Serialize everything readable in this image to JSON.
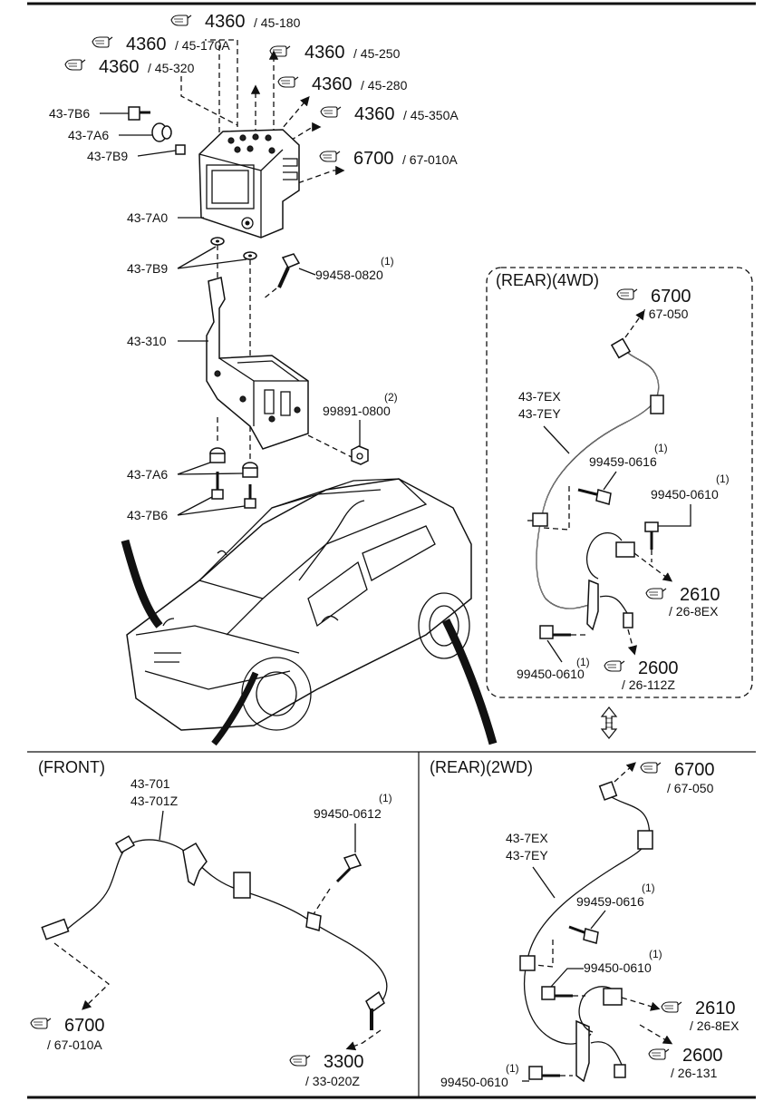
{
  "sections": {
    "rear_4wd": "(REAR)(4WD)",
    "front": "(FRONT)",
    "rear_2wd": "(REAR)(2WD)"
  },
  "refs": {
    "r1": {
      "main": "4360",
      "sub": "/ 45-180"
    },
    "r2": {
      "main": "4360",
      "sub": "/ 45-170A"
    },
    "r3": {
      "main": "4360",
      "sub": "/ 45-250"
    },
    "r4": {
      "main": "4360",
      "sub": "/ 45-320"
    },
    "r5": {
      "main": "4360",
      "sub": "/ 45-280"
    },
    "r6": {
      "main": "4360",
      "sub": "/ 45-350A"
    },
    "r7": {
      "main": "6700",
      "sub": "/ 67-010A"
    },
    "r8": {
      "main": "6700",
      "sub": "/ 67-050"
    },
    "r9": {
      "main": "2610",
      "sub": "/ 26-8EX"
    },
    "r10": {
      "main": "2600",
      "sub": "/ 26-112Z"
    },
    "r11": {
      "main": "6700",
      "sub": "/ 67-050"
    },
    "r12": {
      "main": "2610",
      "sub": "/ 26-8EX"
    },
    "r13": {
      "main": "2600",
      "sub": "/ 26-131"
    },
    "r14": {
      "main": "6700",
      "sub": "/ 67-010A"
    },
    "r15": {
      "main": "3300",
      "sub": "/ 33-020Z"
    }
  },
  "parts": {
    "p_7b6_top": "43-7B6",
    "p_7a6_top": "43-7A6",
    "p_7b9_top": "43-7B9",
    "p_7a0": "43-7A0",
    "p_7b9_mid": "43-7B9",
    "p_bolt1_qty": "(1)",
    "p_bolt1": "99458-0820",
    "p_310": "43-310",
    "p_nut_qty": "(2)",
    "p_nut": "99891-0800",
    "p_7a6_bot": "43-7A6",
    "p_7b6_bot": "43-7B6",
    "p_4wd_ex": "43-7EX",
    "p_4wd_ey": "43-7EY",
    "p_4wd_b1_qty": "(1)",
    "p_4wd_b1": "99459-0616",
    "p_4wd_b2_qty": "(1)",
    "p_4wd_b2": "99450-0610",
    "p_4wd_b3_qty": "(1)",
    "p_4wd_b3": "99450-0610",
    "p_front_701": "43-701",
    "p_front_701z": "43-701Z",
    "p_front_b_qty": "(1)",
    "p_front_b": "99450-0612",
    "p_2wd_ex": "43-7EX",
    "p_2wd_ey": "43-7EY",
    "p_2wd_b1_qty": "(1)",
    "p_2wd_b1": "99459-0616",
    "p_2wd_b2_qty": "(1)",
    "p_2wd_b2": "99450-0610",
    "p_2wd_b3_qty": "(1)",
    "p_2wd_b3": "99450-0610"
  },
  "icons": {
    "ref_icon": "finger-pointing-book-icon",
    "swap_icon": "double-arrow-icon"
  }
}
